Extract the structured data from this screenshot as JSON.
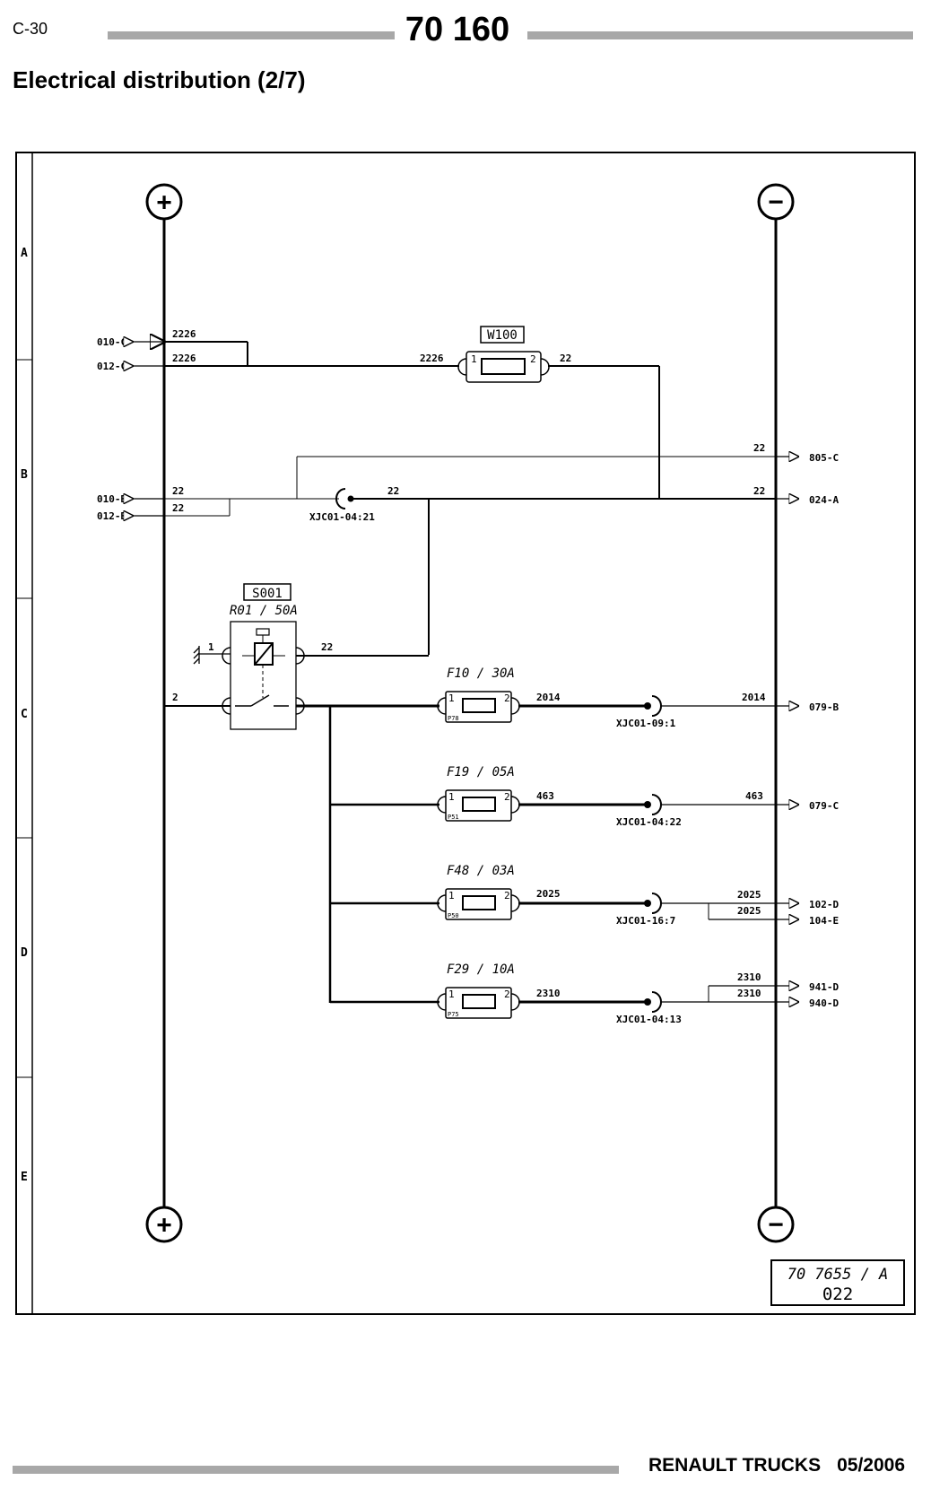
{
  "header": {
    "page_ref": "C-30",
    "page_number": "70 160"
  },
  "section_title": "Electrical distribution (2/7)",
  "footer": {
    "brand": "RENAULT TRUCKS",
    "date": "05/2006"
  },
  "diagram": {
    "rows": [
      "A",
      "B",
      "C",
      "D",
      "E"
    ],
    "left_refs": [
      "010-C",
      "012-C",
      "010-B",
      "012-B"
    ],
    "right_refs": [
      "805-C",
      "024-A",
      "079-B",
      "079-C",
      "102-D",
      "104-E",
      "941-D",
      "940-D"
    ],
    "wires": {
      "w2226": "2226",
      "w22": "22",
      "w2": "2",
      "w1": "1",
      "w2014": "2014",
      "w463": "463",
      "w2025": "2025",
      "w2310": "2310"
    },
    "components": {
      "w100": "W100",
      "s001": "S001",
      "relay": "R01 / 50A",
      "f10": "F10 / 30A",
      "f19": "F19 / 05A",
      "f48": "F48 / 03A",
      "f29": "F29 / 10A",
      "p78": "P78",
      "p51": "P51",
      "p50": "P50",
      "p75": "P75",
      "pin1": "1",
      "pin2": "2"
    },
    "connectors": {
      "c1": "XJC01-04:21",
      "c2": "XJC01-09:1",
      "c3": "XJC01-04:22",
      "c4": "XJC01-16:7",
      "c5": "XJC01-04:13"
    },
    "polarity": {
      "positive": "+",
      "negative": "−"
    },
    "ref_box": {
      "line1": "70 7655 / A",
      "line2": "022"
    }
  }
}
